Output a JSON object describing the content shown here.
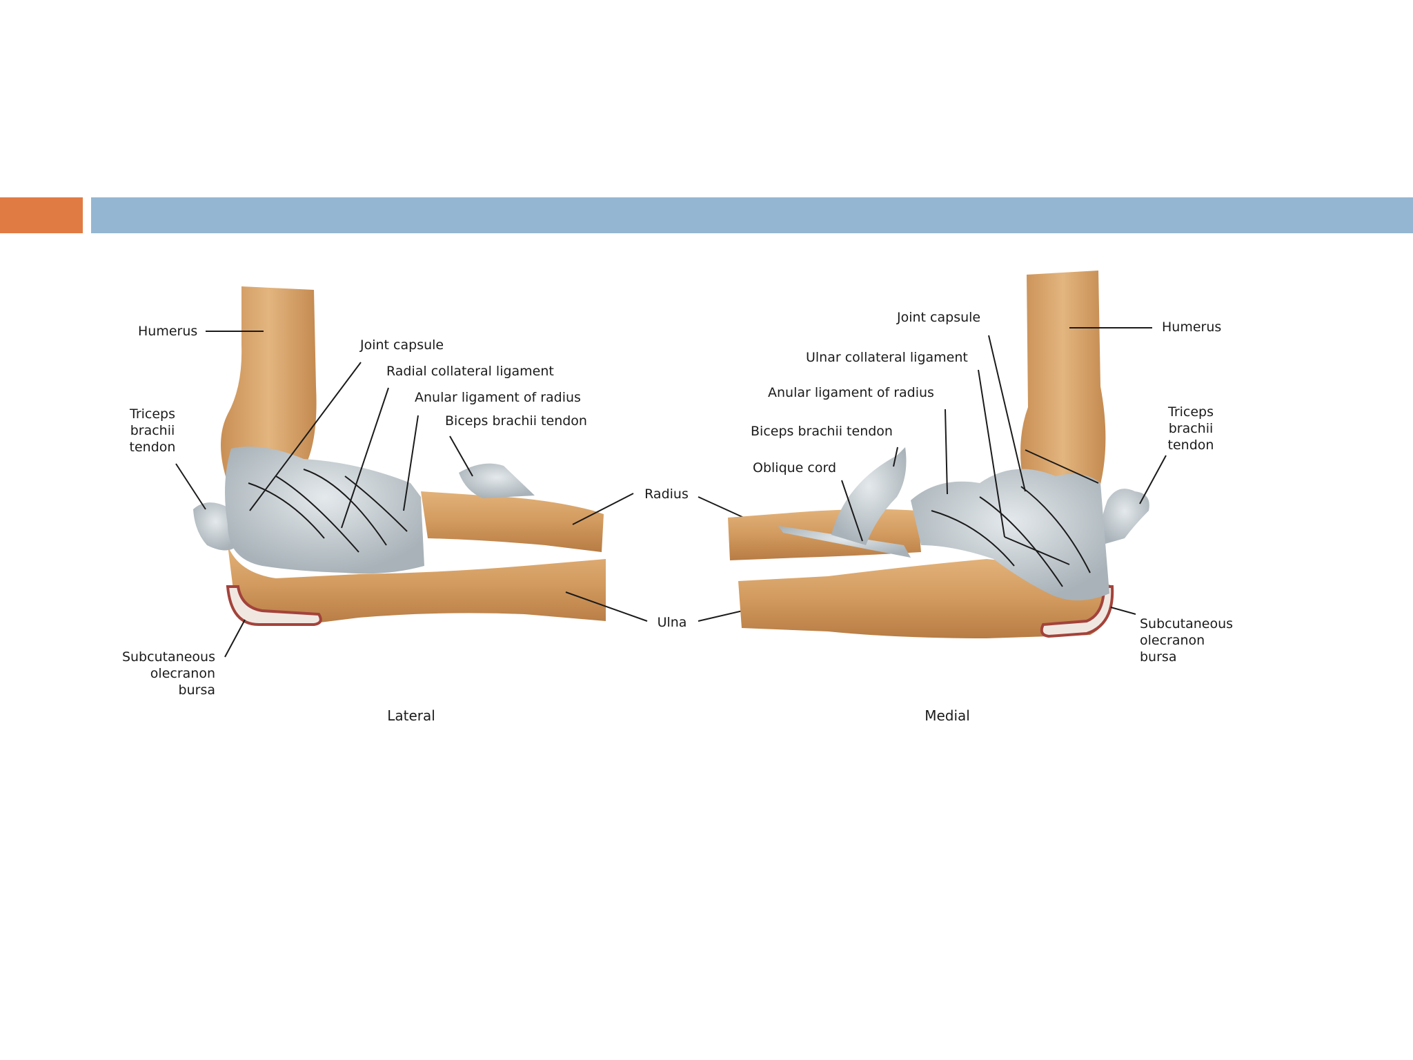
{
  "slide": {
    "colors": {
      "accent": "#e07b43",
      "header_bar": "#94b6d2",
      "bone": "#d7a56d",
      "ligament": "#c9d0d3"
    }
  },
  "lateral": {
    "caption": "Lateral",
    "labels": {
      "humerus": "Humerus",
      "joint_capsule": "Joint capsule",
      "radial_collateral_ligament": "Radial collateral ligament",
      "anular_ligament": "Anular ligament of radius",
      "biceps_tendon": "Biceps brachii tendon",
      "triceps_line1": "Triceps",
      "triceps_line2": "brachii",
      "triceps_line3": "tendon",
      "bursa_line1": "Subcutaneous",
      "bursa_line2": "olecranon",
      "bursa_line3": "bursa"
    }
  },
  "shared": {
    "radius": "Radius",
    "ulna": "Ulna"
  },
  "medial": {
    "caption": "Medial",
    "labels": {
      "joint_capsule": "Joint capsule",
      "humerus": "Humerus",
      "ulnar_collateral_ligament": "Ulnar collateral ligament",
      "anular_ligament": "Anular ligament of radius",
      "biceps_tendon": "Biceps brachii tendon",
      "oblique_cord": "Oblique cord",
      "triceps_line1": "Triceps",
      "triceps_line2": "brachii",
      "triceps_line3": "tendon",
      "bursa_line1": "Subcutaneous",
      "bursa_line2": "olecranon",
      "bursa_line3": "bursa"
    }
  }
}
